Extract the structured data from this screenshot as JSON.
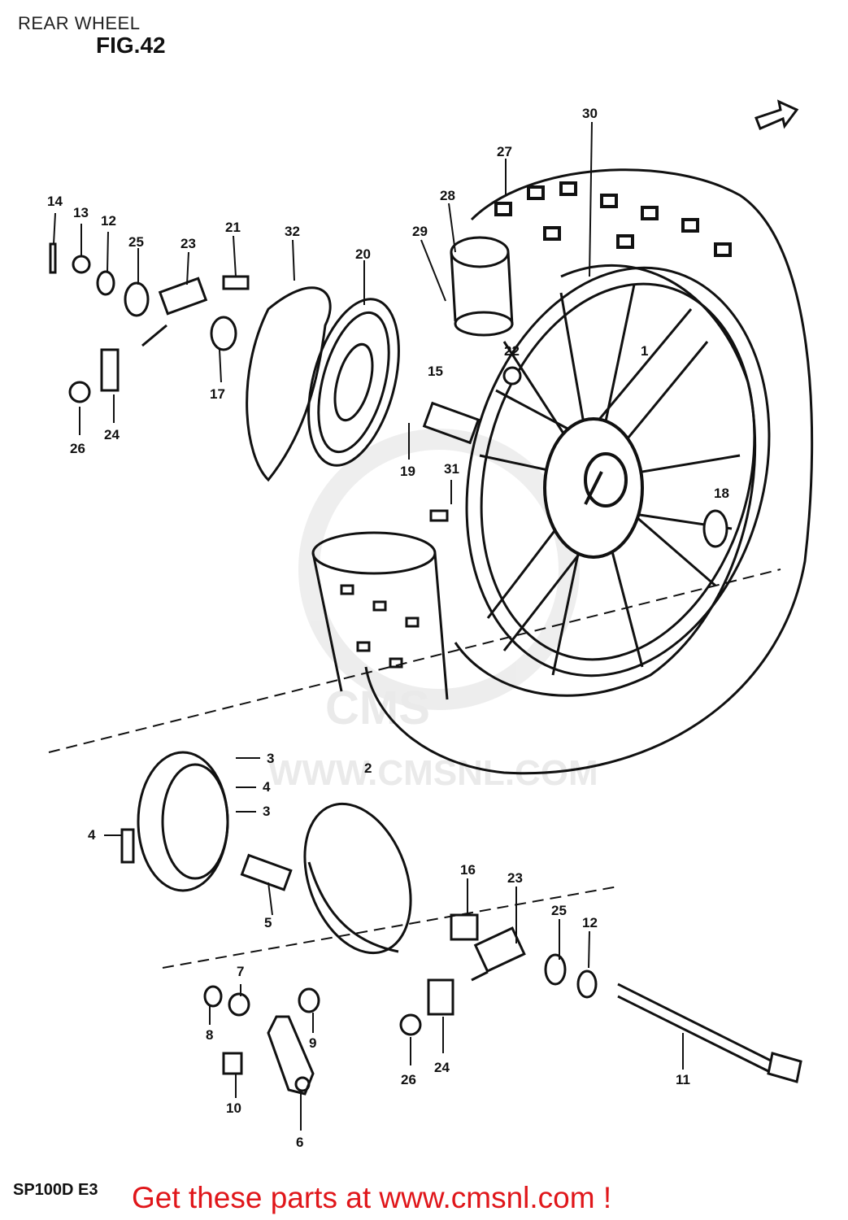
{
  "header": {
    "title": "REAR WHEEL",
    "figure": "FIG.42"
  },
  "footer": {
    "model": "SP100D E3",
    "cta": "Get these parts at www.cmsnl.com !"
  },
  "watermark": {
    "text": "WWW.CMSNL.COM",
    "logo": "CMS"
  },
  "icons": {
    "forward_arrow": "forward-arrow-icon"
  },
  "callouts": {
    "c1": "1",
    "c2": "2",
    "c3a": "3",
    "c3b": "3",
    "c4a": "4",
    "c4b": "4",
    "c5": "5",
    "c6": "6",
    "c7": "7",
    "c8": "8",
    "c9": "9",
    "c10": "10",
    "c11": "11",
    "c12a": "12",
    "c12b": "12",
    "c13": "13",
    "c14": "14",
    "c15": "15",
    "c16": "16",
    "c17": "17",
    "c18": "18",
    "c19": "19",
    "c20": "20",
    "c21": "21",
    "c22": "22",
    "c23a": "23",
    "c23b": "23",
    "c24a": "24",
    "c24b": "24",
    "c25a": "25",
    "c25b": "25",
    "c26a": "26",
    "c26b": "26",
    "c27": "27",
    "c28": "28",
    "c29": "29",
    "c30": "30",
    "c31": "31",
    "c32": "32"
  },
  "colors": {
    "ink": "#111111",
    "cta": "#e0161a",
    "watermark": "#e8e8e8"
  }
}
